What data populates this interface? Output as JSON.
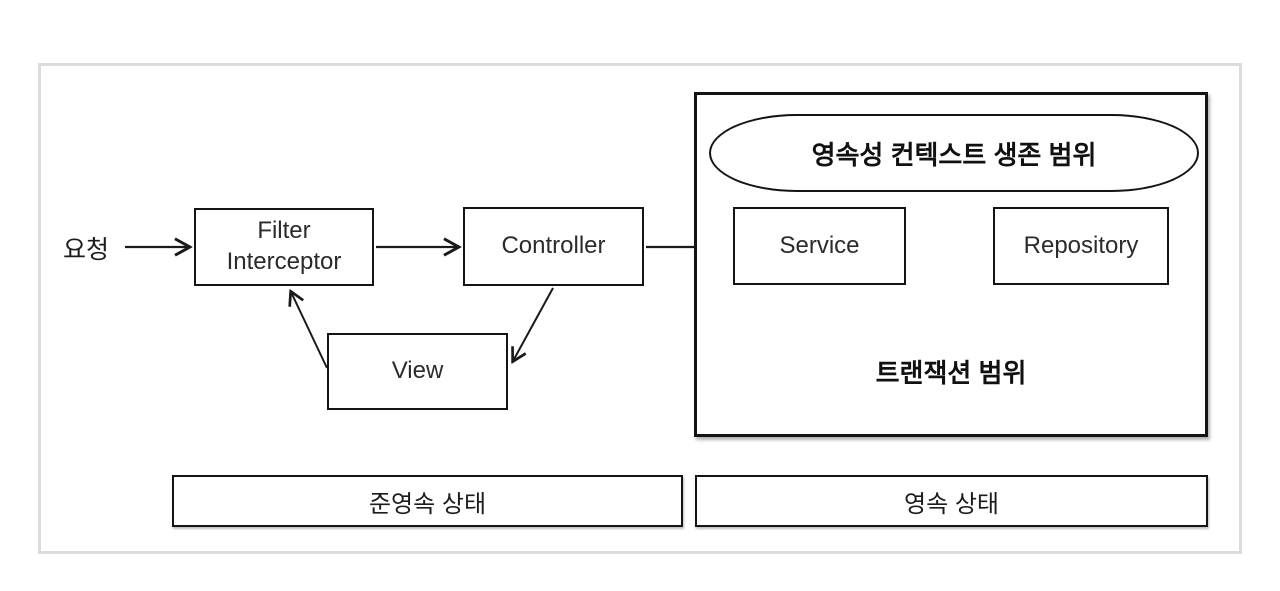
{
  "diagram": {
    "request_label": "요청",
    "nodes": {
      "filter": "Filter\nInterceptor",
      "controller": "Controller",
      "service": "Service",
      "repository": "Repository",
      "view": "View"
    },
    "transaction_scope": {
      "persistence_context_label": "영속성 컨텍스트 생존 범위",
      "transaction_label": "트랜잭션 범위"
    },
    "state_bars": {
      "detached": "준영속 상태",
      "persistent": "영속 상태"
    },
    "colors": {
      "stroke": "#1a1a1a",
      "frame_border": "#dcdcdc",
      "background": "#ffffff"
    }
  }
}
